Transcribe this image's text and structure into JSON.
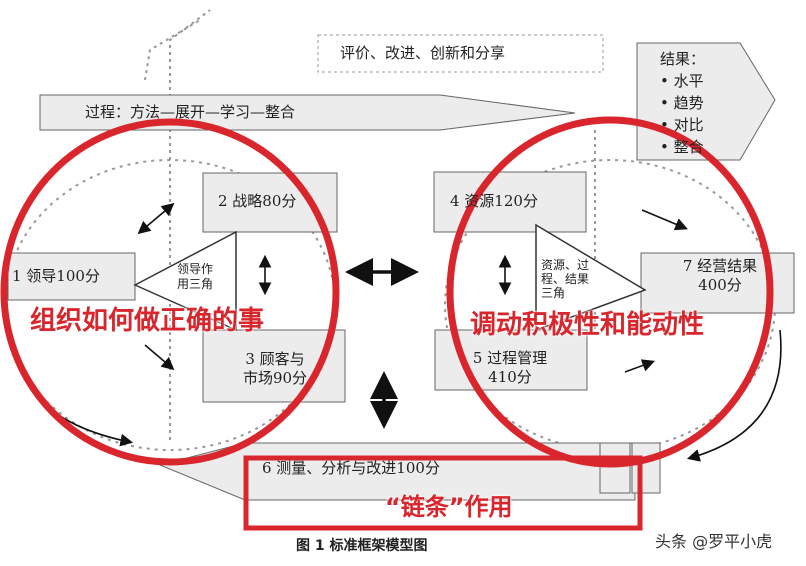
{
  "top_note": "评价、改进、创新和分享",
  "process": "过程：方法—展开—学习—整合",
  "results": {
    "title": "结果：",
    "items": [
      "• 水平",
      "• 趋势",
      "• 对比",
      "• 整合"
    ]
  },
  "boxes": {
    "b1": "1  领导100分",
    "b2": "2  战略80分",
    "b3_l1": "3  顾客与",
    "b3_l2": "市场90分",
    "b4": "4  资源120分",
    "b5_l1": "5  过程管理",
    "b5_l2": "410分",
    "b6": "6  测量、分析与改进100分",
    "b7_l1": "7  经营结果",
    "b7_l2": "400分"
  },
  "triangles": {
    "left_l1": "领导作",
    "left_l2": "用三角",
    "right_l1": "资源、过",
    "right_l2": "程、结果",
    "right_l3": "三角"
  },
  "annotations": {
    "left": "组织如何做正确的事",
    "right": "调动积极性和能动性",
    "chain": "“链条”作用"
  },
  "caption": "图 1    标准框架模型图",
  "watermark": "头条 @罗平小虎",
  "colors": {
    "annotation_red": "#d9262d",
    "box_fill": "#ececec"
  }
}
